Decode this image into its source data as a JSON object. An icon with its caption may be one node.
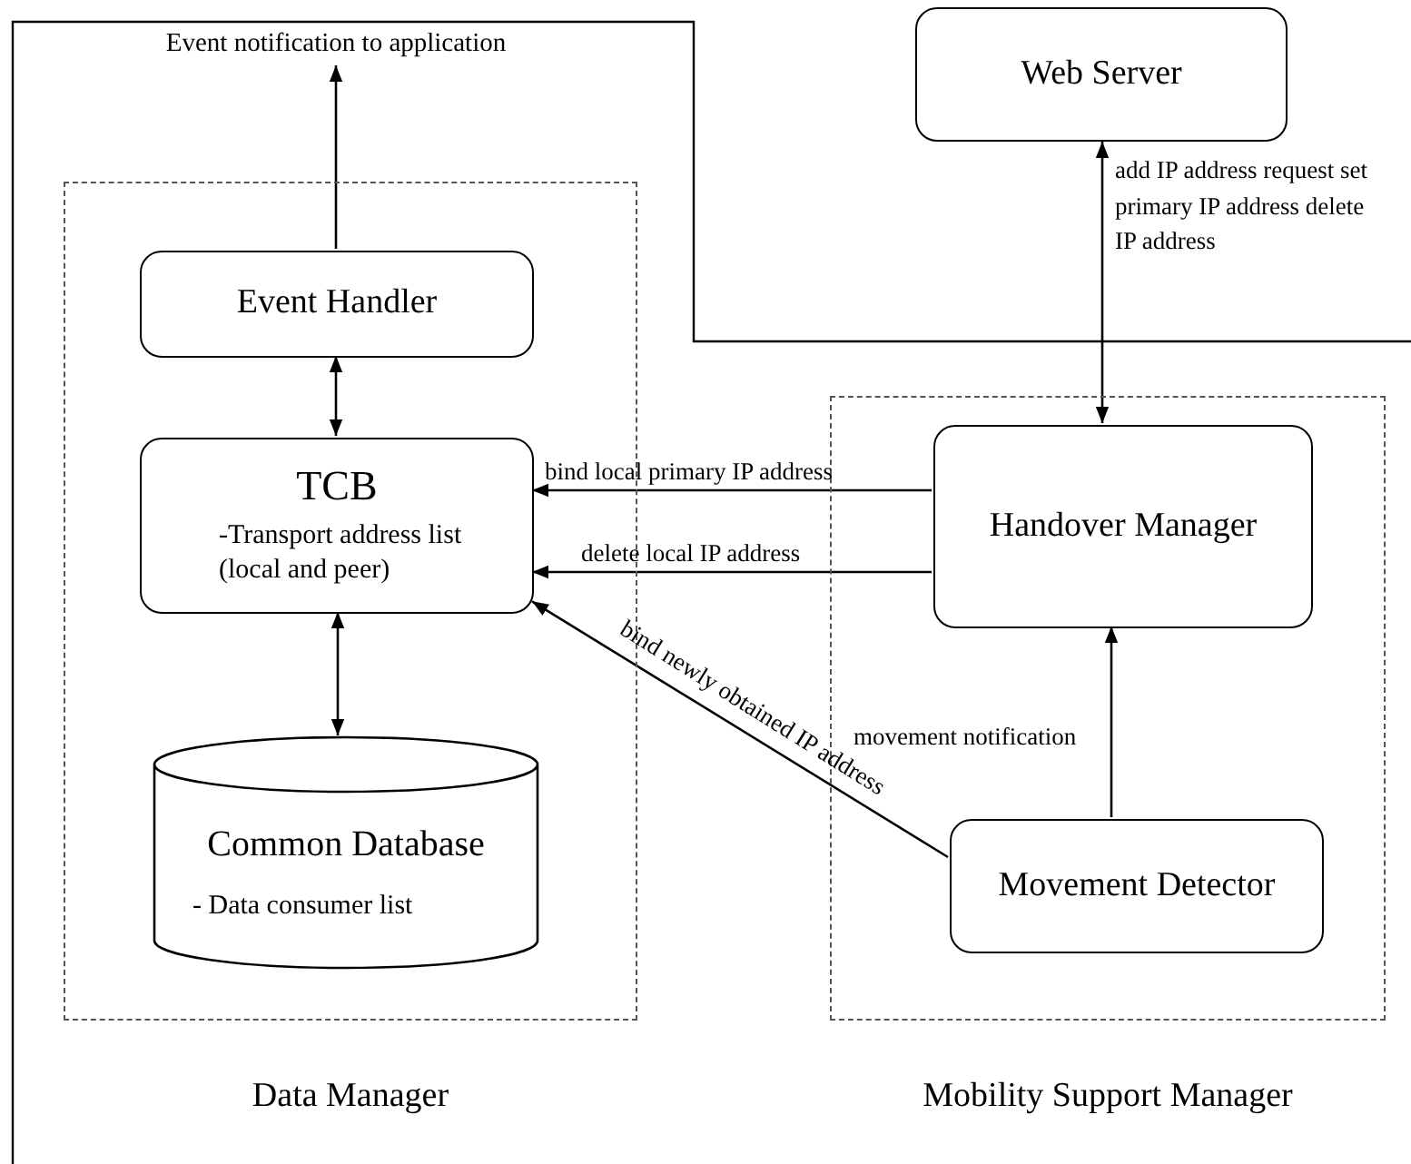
{
  "diagram": {
    "nodes": [
      {
        "text": [
          "Data Manager"
        ]
      },
      {
        "text": [
          "Event Handler"
        ],
        "in": 0
      },
      {
        "text": [
          "TCB",
          "-Transport address list (local and peer)"
        ],
        "in": 0
      },
      {
        "text": [
          "Common Database",
          "- Data consumer list"
        ],
        "in": 0
      },
      {
        "text": [
          "Event notification to application"
        ]
      },
      {
        "text": [
          "Mobility Support Manager"
        ]
      },
      {
        "text": [
          "Handover Manager"
        ],
        "in": 5
      },
      {
        "text": [
          "Movement Detector"
        ],
        "in": 5
      },
      {
        "text": [
          "Web Server"
        ]
      }
    ],
    "edges": [
      {
        "from": 1,
        "to": 4,
        "arrow": "to"
      },
      {
        "from": 1,
        "to": 2,
        "arrow": "both"
      },
      {
        "from": 2,
        "to": 3,
        "arrow": "both"
      },
      {
        "from": 8,
        "to": 6,
        "arrow": "both",
        "label": "add IP address request set primary IP address delete IP address"
      },
      {
        "from": 6,
        "to": 2,
        "arrow": "to",
        "label": "bind local primary IP address"
      },
      {
        "from": 6,
        "to": 2,
        "arrow": "to",
        "label": "delete local IP address"
      },
      {
        "from": 7,
        "to": 2,
        "arrow": "to",
        "label": "bind newly obtained IP address"
      },
      {
        "from": 7,
        "to": 6,
        "arrow": "to",
        "label": "movement notification"
      }
    ]
  }
}
